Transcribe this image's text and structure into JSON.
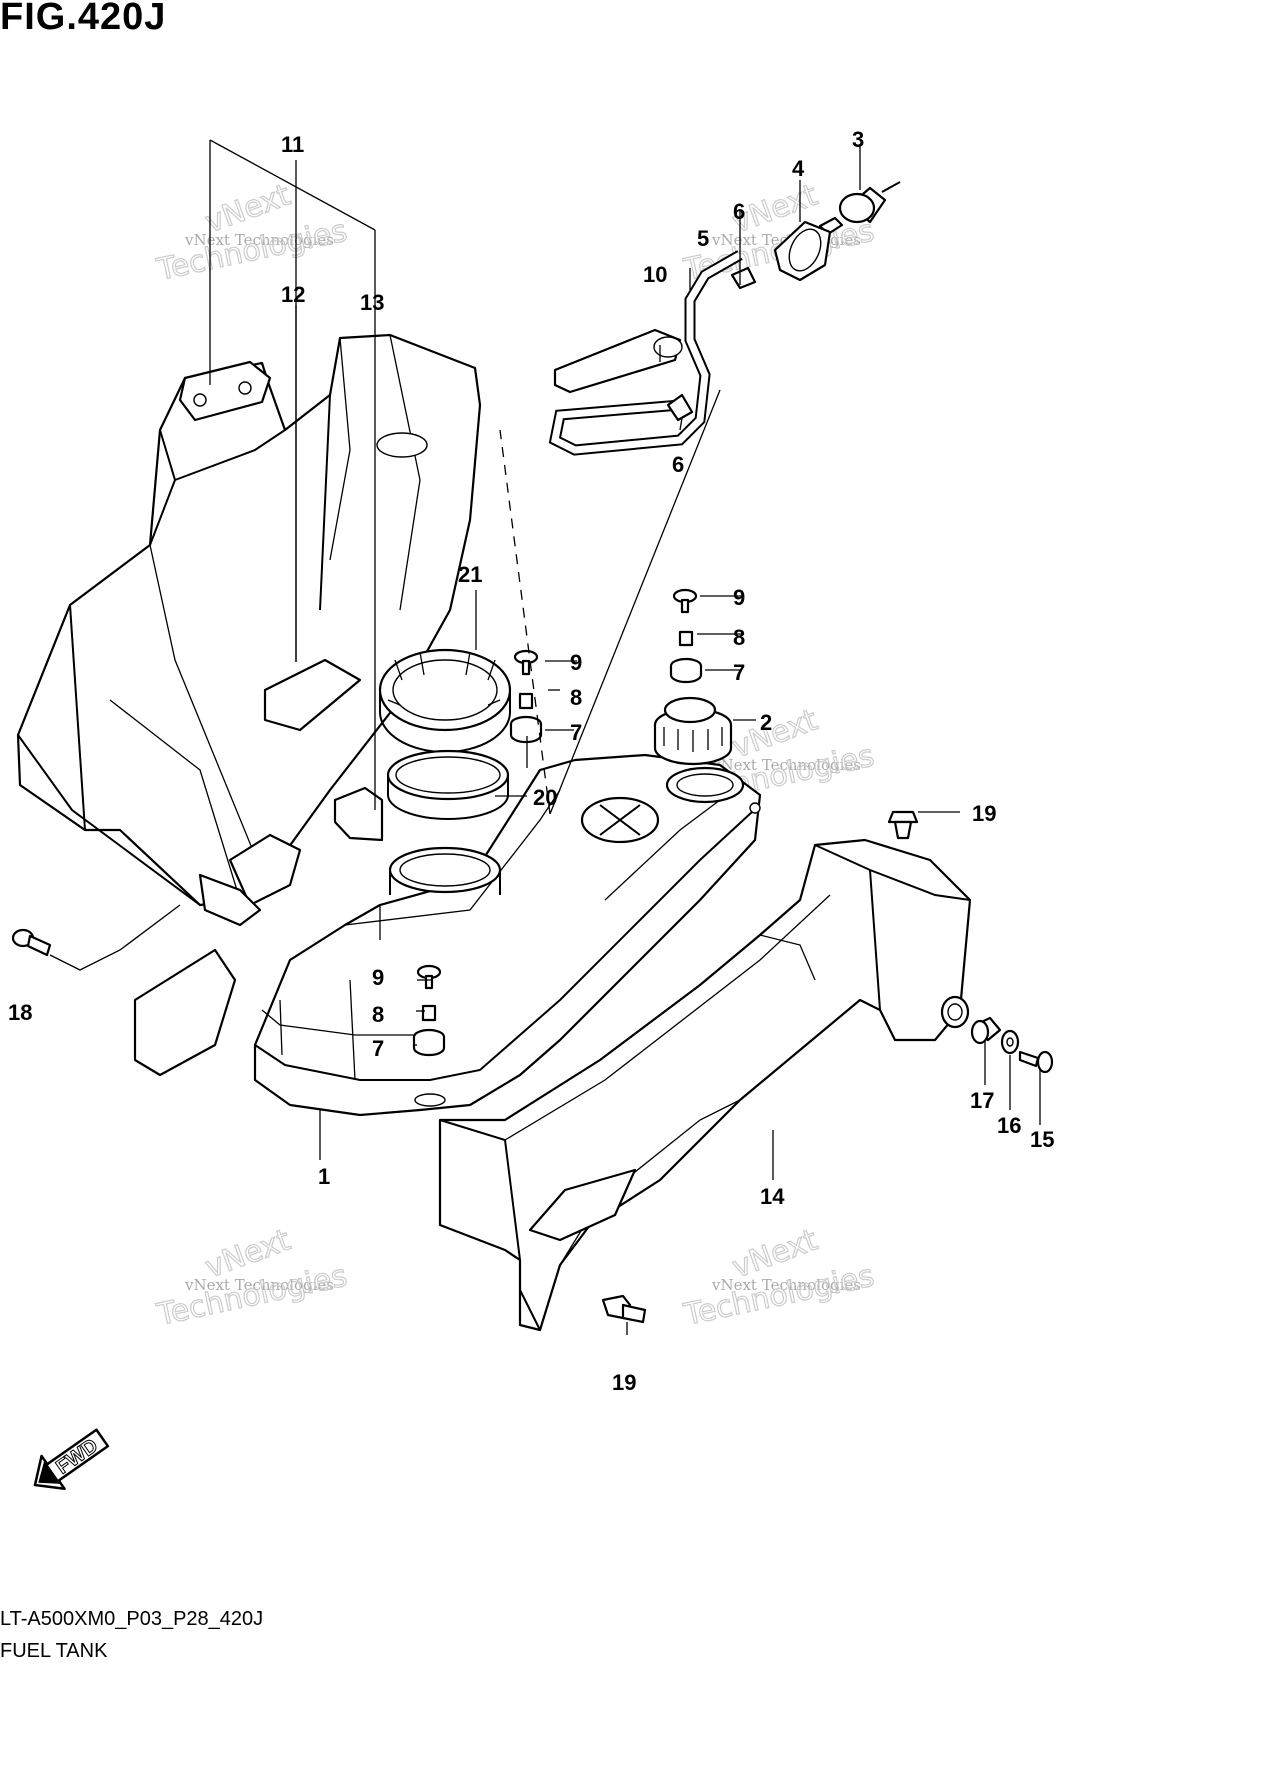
{
  "figure": {
    "title": "FIG.420J",
    "model_code": "LT-A500XM0_P03_P28_420J",
    "caption": "FUEL TANK"
  },
  "fwd_marker": {
    "label": "FWD"
  },
  "watermark": {
    "line1": "vNext Technologies",
    "big": "Technologies",
    "small": "vNext"
  },
  "callouts": [
    {
      "id": "c1",
      "label": "1"
    },
    {
      "id": "c2",
      "label": "2"
    },
    {
      "id": "c3",
      "label": "3"
    },
    {
      "id": "c4",
      "label": "4"
    },
    {
      "id": "c5",
      "label": "5"
    },
    {
      "id": "c6a",
      "label": "6"
    },
    {
      "id": "c6b",
      "label": "6"
    },
    {
      "id": "c7a",
      "label": "7"
    },
    {
      "id": "c7b",
      "label": "7"
    },
    {
      "id": "c7c",
      "label": "7"
    },
    {
      "id": "c8a",
      "label": "8"
    },
    {
      "id": "c8b",
      "label": "8"
    },
    {
      "id": "c8c",
      "label": "8"
    },
    {
      "id": "c9a",
      "label": "9"
    },
    {
      "id": "c9b",
      "label": "9"
    },
    {
      "id": "c9c",
      "label": "9"
    },
    {
      "id": "c10",
      "label": "10"
    },
    {
      "id": "c11",
      "label": "11"
    },
    {
      "id": "c12",
      "label": "12"
    },
    {
      "id": "c13",
      "label": "13"
    },
    {
      "id": "c14",
      "label": "14"
    },
    {
      "id": "c15",
      "label": "15"
    },
    {
      "id": "c16",
      "label": "16"
    },
    {
      "id": "c17",
      "label": "17"
    },
    {
      "id": "c18",
      "label": "18"
    },
    {
      "id": "c19a",
      "label": "19"
    },
    {
      "id": "c19b",
      "label": "19"
    },
    {
      "id": "c20",
      "label": "20"
    },
    {
      "id": "c21",
      "label": "21"
    }
  ]
}
